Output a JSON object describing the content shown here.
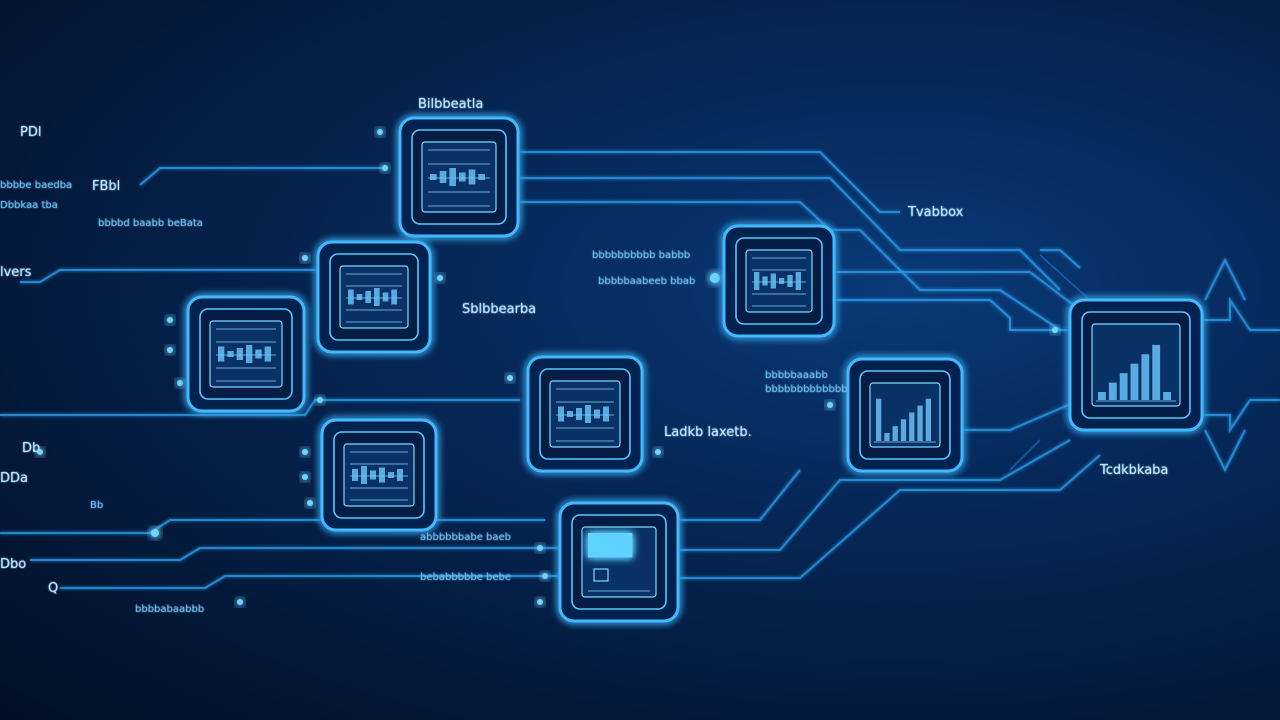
{
  "labels": {
    "top_header": "Bilbbeatla",
    "pdl": "PDl",
    "fbbb": "FBbl",
    "fbbb_prefix": "bbbbe baedba",
    "fbbb_sub": "Dbbkaa tba",
    "pdl_sub": "bbbbd baabb beBata",
    "left_mid": "lvers",
    "center_top": "Sblbbearba",
    "right_label": "Tvabbox",
    "center_mid": "Ladkb laxetb.",
    "right_bottom": "Tcdkbkaba",
    "left_dd": "Db",
    "left_do": "DDa",
    "left_bb": "Bb",
    "left_dbo": "Dbo",
    "left_q": "Q",
    "bottom_a": "abbbbbbabe baeb",
    "bottom_b": "bebabbbbbe bebe",
    "bottom_c": "bbbbabaabbb",
    "node_mid_a": "bbbbbbbbbb babbb",
    "node_mid_b": "bbbbbaabeeb bbab",
    "right_a": "bbbbbaaabb",
    "right_b": "bbbbbbbbbbbbb"
  },
  "theme": {
    "background": "#041c40",
    "line_color": "#2a9ae8",
    "node_border": "#43b8ff",
    "text_color": "#b7e6ff"
  }
}
